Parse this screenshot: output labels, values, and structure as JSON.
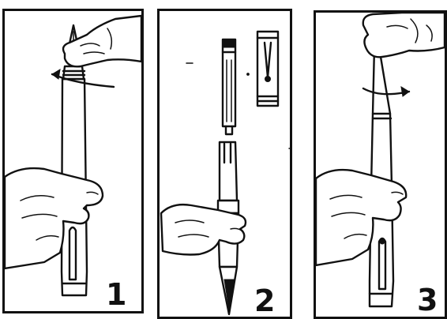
{
  "panels": [
    {
      "id": "1",
      "label": "1"
    },
    {
      "id": "2",
      "label": "2"
    },
    {
      "id": "3",
      "label": "3"
    }
  ]
}
